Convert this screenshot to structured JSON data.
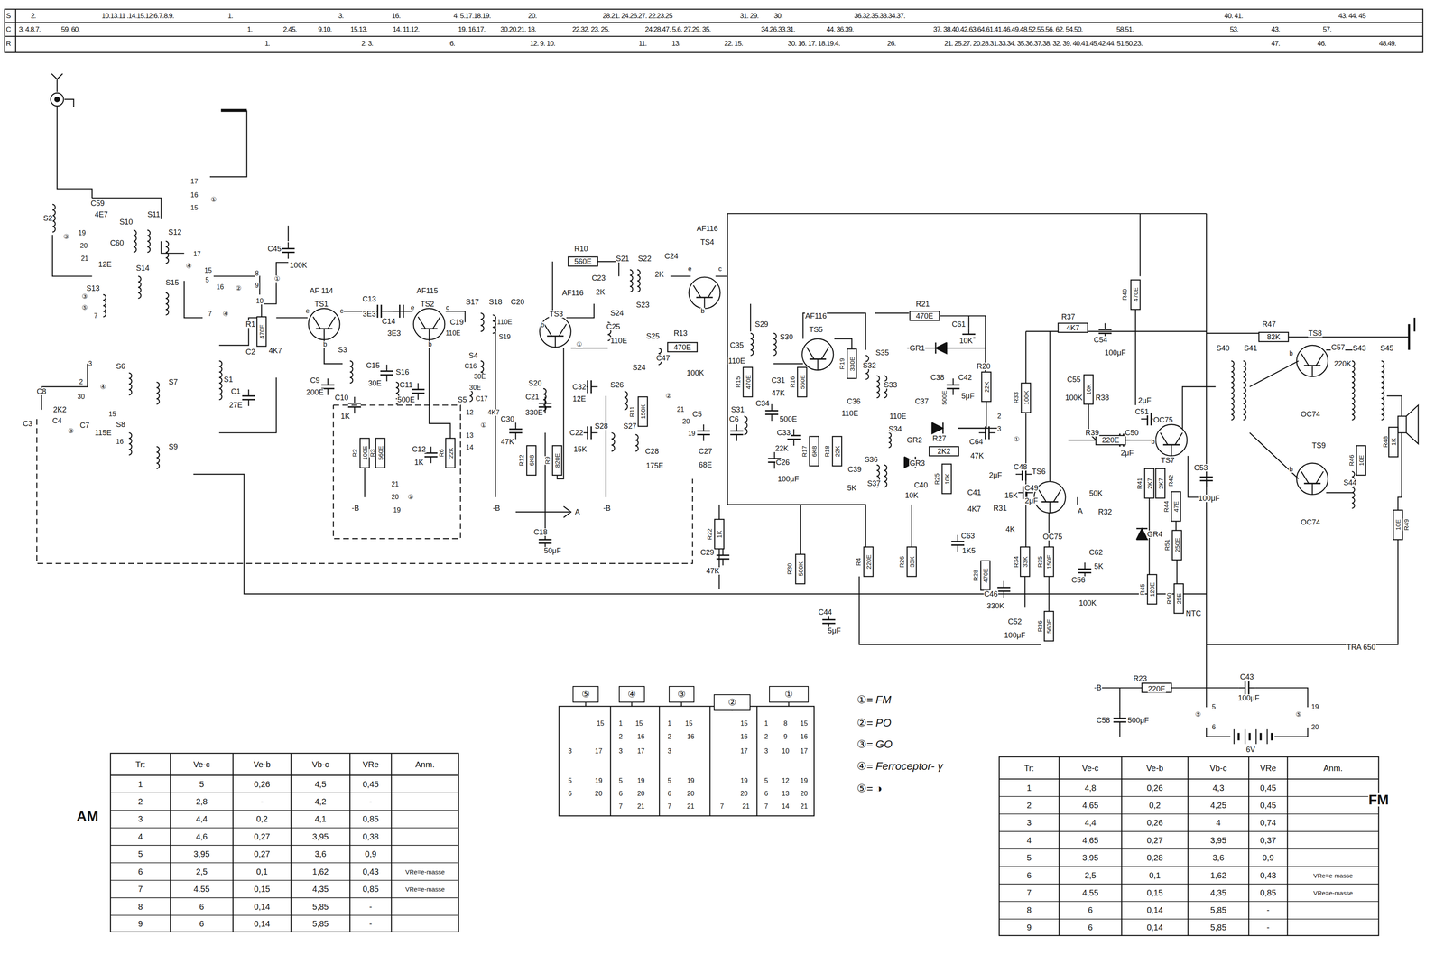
{
  "diagram": {
    "nodes": [
      {
        "text": [
          "⑤"
        ]
      },
      {
        "text": [
          "④"
        ]
      },
      {
        "text": [
          "③"
        ]
      },
      {
        "text": [
          "②"
        ]
      },
      {
        "text": [
          "①"
        ]
      }
    ],
    "labels": [
      "S",
      "2.",
      "10.13.11 .14.15.12.6.7.8.9.",
      "1.",
      "3.",
      "16.",
      "4. 5.17.18.19.",
      "20.",
      "28.21. 24.26.27. 22.23.25",
      "31. 29.",
      "30.",
      "36.32.35.33.34.37.",
      "40. 41.",
      "43. 44. 45",
      "C",
      "3. 4.8.7.",
      "59. 60.",
      "1.",
      "2.45.",
      "9.10.",
      "15.13.",
      "14. 11.12.",
      "19. 16.17.",
      "30.20.21. 18.",
      "22.32. 23. 25.",
      "24.28.47. 5.6. 27.29. 35.",
      "34.26.33.31.",
      "44. 36.39.",
      "37. 38.40.42.63.64.61.41.46.49.48.52.55.56. 62. 54.50.",
      "58.51.",
      "53.",
      "43.",
      "57.",
      "R",
      "1.",
      "2. 3.",
      "6.",
      "12. 9. 10.",
      "11.",
      "13.",
      "22. 15.",
      "30. 16. 17. 18.19.4.",
      "26.",
      "21. 25.27. 20.28.31.33.34. 35.36.37.38. 32. 39. 40.41.45.42.44. 51.50.23.",
      "47.",
      "46.",
      "48.49.",
      "S2",
      "C59",
      "4E7",
      "S10",
      "S11",
      "③",
      "19",
      "20",
      "21",
      "C60",
      "12E",
      "S12",
      "17",
      "④",
      "15",
      "S13",
      "S14",
      "S15",
      "③",
      "⑤",
      "7",
      "17",
      "16",
      "15",
      "①",
      "C45",
      "100K",
      "8",
      "9",
      "10",
      "①",
      "16",
      "②",
      "5",
      "7",
      "④",
      "C8",
      "2K2",
      "C3",
      "C4",
      "③",
      "C7",
      "115E",
      "3",
      "2",
      "30",
      "④",
      "15",
      "16",
      "S6",
      "S7",
      "S8",
      "S9",
      "S1",
      "R1",
      "470E",
      "C2",
      "4K7",
      "C1",
      "27E",
      "AF 114",
      "TS1",
      "e",
      "c",
      "b",
      "C13",
      "3E3",
      "S3",
      "C15",
      "30E",
      "C9",
      "200E",
      "C10",
      "1K",
      "R2",
      "100E",
      "R3",
      "560E",
      "AF115",
      "TS2",
      "e",
      "c",
      "b",
      "C14",
      "3E3",
      "S16",
      "C11",
      "500E",
      "C12",
      "1K",
      "R6",
      "22K",
      "21",
      "20",
      "19",
      "①",
      "-B",
      "S17",
      "C19",
      "110E",
      "S18",
      "C20",
      "110E",
      "S19",
      "S4",
      "C16",
      "30E",
      "S5",
      "C17",
      "30E",
      "12",
      "4K7",
      "①",
      "13",
      "14",
      "C30",
      "47K",
      "R12",
      "6K8",
      "R9",
      "820E",
      "-B",
      "C18",
      "50μF",
      "A",
      "R10",
      "560E",
      "AF116",
      "TS3",
      "b",
      "C23",
      "2K",
      "S21",
      "S22",
      "C24",
      "2K",
      "S23",
      "S24",
      "C25",
      "110E",
      "①",
      "S25",
      "R13",
      "470E",
      "C47",
      "100K",
      "S20",
      "C21",
      "330E",
      "C32",
      "12E",
      "C22",
      "15K",
      "S26",
      "S24",
      "S28",
      "S27",
      "R11",
      "150K",
      "②",
      "21",
      "20",
      "19",
      "C5",
      "C6",
      "C28",
      "175E",
      "C27",
      "68E",
      "-B",
      "AF116",
      "TS4",
      "e",
      "c",
      "b",
      "R22",
      "1K",
      "C29",
      "47K",
      "C35",
      "110E",
      "S29",
      "S30",
      "R15",
      "470E",
      "S31",
      "AF116",
      "TS5",
      "C31",
      "47K",
      "R16",
      "560E",
      "C34",
      "500E",
      "C33",
      "22K",
      "C26",
      "100μF",
      "R17",
      "6K8",
      "R18",
      "22K",
      "R19",
      "330E",
      "R30",
      "500K",
      "R4",
      "220E",
      "R26",
      "33K",
      "C44",
      "5μF",
      "R21",
      "470E",
      "C61",
      "10K",
      "GR1",
      "S35",
      "S32",
      "C38",
      "500E",
      "C42",
      "5μF",
      "R20",
      "22K",
      "C36",
      "110E",
      "S33",
      "C37",
      "110E",
      "S34",
      "GR2",
      "R27",
      "2K2",
      "GR3",
      "C64",
      "47K",
      "2",
      "3",
      "①",
      "C48",
      "2μF",
      "C39",
      "5K",
      "S36",
      "S37",
      "C40",
      "10K",
      "R25",
      "10K",
      "C49",
      "2μF",
      "C41",
      "4K7",
      "R31",
      "15K",
      "4K",
      "C63",
      "1K5",
      "R28",
      "470E",
      "C46",
      "330K",
      "R33",
      "100K",
      "TS6",
      "OC75",
      "R34",
      "33K",
      "R35",
      "150E",
      "C52",
      "100μF",
      "R36",
      "560E",
      "R37",
      "4K7",
      "C54",
      "100μF",
      "R40",
      "470E",
      "C55",
      "100K",
      "10K",
      "R38",
      "R39",
      "220E",
      "C50",
      "2μF",
      "C51",
      "2μF",
      "OC75",
      "TS7",
      "b",
      "R32",
      "50K",
      "A",
      "R41",
      "2K7",
      "2K7",
      "R42",
      "R44",
      "47E",
      "GR4",
      "R51",
      "250E",
      "C53",
      "100μF",
      "C62",
      "5K",
      "C56",
      "100K",
      "R45",
      "120E",
      "R50",
      "25E",
      "NTC",
      "R47",
      "82K",
      "S40",
      "S41",
      "b",
      "TS8",
      "OC74",
      "b",
      "TS9",
      "OC74",
      "C57",
      "220K",
      "S43",
      "S45",
      "R46",
      "10E",
      "S44",
      "R48",
      "1K",
      "R49",
      "10E",
      "TRA 650",
      "-B",
      "R23",
      "220E",
      "C43",
      "100μF",
      "C58",
      "500μF",
      "⑤",
      "5",
      "6",
      "⑤",
      "19",
      "20",
      "6V",
      "15",
      "3",
      "17",
      "5",
      "19",
      "6",
      "20",
      "1",
      "15",
      "2",
      "16",
      "3",
      "17",
      "5",
      "19",
      "6",
      "20",
      "7",
      "21",
      "1",
      "15",
      "2",
      "16",
      "3",
      "5",
      "19",
      "6",
      "20",
      "7",
      "21",
      "15",
      "16",
      "17",
      "19",
      "20",
      "7",
      "21",
      "1",
      "8",
      "15",
      "2",
      "9",
      "16",
      "3",
      "10",
      "17",
      "5",
      "12",
      "19",
      "6",
      "13",
      "20",
      "7",
      "14",
      "21",
      "①= FM",
      "②= PO",
      "③= GO",
      "④= Ferroceptor- γ",
      "⑤= ◑",
      "AM",
      "Tr:",
      "Ve-c",
      "Ve-b",
      "Vb-c",
      "VRe",
      "Anm.",
      "1",
      "5",
      "0,26",
      "4,5",
      "0,45",
      "2",
      "2,8",
      "-",
      "4,2",
      "-",
      "3",
      "4,4",
      "0,2",
      "4,1",
      "0,85",
      "4",
      "4,6",
      "0,27",
      "3,95",
      "0,38",
      "5",
      "3,95",
      "0,27",
      "3,6",
      "0,9",
      "6",
      "2,5",
      "0,1",
      "1,62",
      "0,43",
      "VRe=e-masse",
      "7",
      "4.55",
      "0,15",
      "4,35",
      "0,85",
      "VRe=e-masse",
      "8",
      "6",
      "0,14",
      "5,85",
      "-",
      "9",
      "6",
      "0,14",
      "5,85",
      "-",
      "FM",
      "Tr:",
      "Ve-c",
      "Ve-b",
      "Vb-c",
      "VRe",
      "Anm.",
      "1",
      "4,8",
      "0,26",
      "4,3",
      "0,45",
      "2",
      "4,65",
      "0,2",
      "4,25",
      "0,45",
      "3",
      "4,4",
      "0,26",
      "4",
      "0,74",
      "4",
      "4,65",
      "0,27",
      "3,95",
      "0,37",
      "5",
      "3,95",
      "0,28",
      "3,6",
      "0,9",
      "6",
      "2,5",
      "0,1",
      "1,62",
      "0,43",
      "VRe=e-masse",
      "7",
      "4,55",
      "0,15",
      "4,35",
      "0,85",
      "VRe=e-masse",
      "8",
      "6",
      "0,14",
      "5,85",
      "-",
      "9",
      "6",
      "0,14",
      "5,85",
      "-"
    ]
  }
}
